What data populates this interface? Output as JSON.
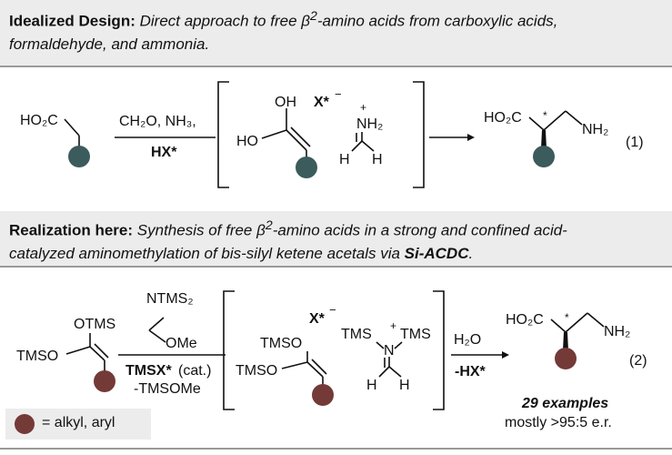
{
  "banner1": {
    "label": "Idealized Design:",
    "text_line1": " Direct approach to free β",
    "text_sup": "2",
    "text_line1b": "-amino acids from carboxylic acids,",
    "text_line2": "formaldehyde, and ammonia."
  },
  "banner2": {
    "label": "Realization here:",
    "text_line1": " Synthesis of free β",
    "text_sup": "2",
    "text_line1b": "-amino acids in a strong and confined acid-",
    "text_line2a": "catalyzed aminomethylation of bis-silyl ketene acetals via ",
    "text_line2b": "Si-ACDC",
    "text_line2c": "."
  },
  "eq1": {
    "start_acid": "HO₂C",
    "reagents": "CH₂O, NH₃,",
    "acid": "HX*",
    "enol_oh": "OH",
    "enol_ho": "HO",
    "counterion": "X*",
    "counterion_charge": "−",
    "iminium_plus": "+",
    "iminium_n": "NH₂",
    "h_left": "H",
    "h_right": "H",
    "product_acid": "HO₂C",
    "stereo_mark": "*",
    "product_amine": "NH₂",
    "number": "(1)"
  },
  "eq2": {
    "amine_reagent": "NTMS₂",
    "ome": "OMe",
    "otms": "OTMS",
    "tmso_start": "TMSO",
    "catalyst": "TMSX*",
    "catalyst_note": "(cat.)",
    "byproduct": "-TMSOMe",
    "int_tmso_top": "TMSO",
    "int_tmso_bottom": "TMSO",
    "counterion": "X*",
    "counterion_charge": "−",
    "tms_left": "TMS",
    "n_plus": "+",
    "n_label": "N",
    "tms_right": "TMS",
    "h_left": "H",
    "h_right": "H",
    "water": "H₂O",
    "acid_out": "-HX*",
    "product_acid": "HO₂C",
    "stereo_mark": "*",
    "product_amine": "NH₂",
    "number": "(2)",
    "examples": "29 examples",
    "er": "mostly >95:5 e.r."
  },
  "legend": {
    "text": "= alkyl, aryl"
  },
  "colors": {
    "teal": "#3c5b5c",
    "maroon": "#733a38",
    "banner": "#ececec"
  }
}
